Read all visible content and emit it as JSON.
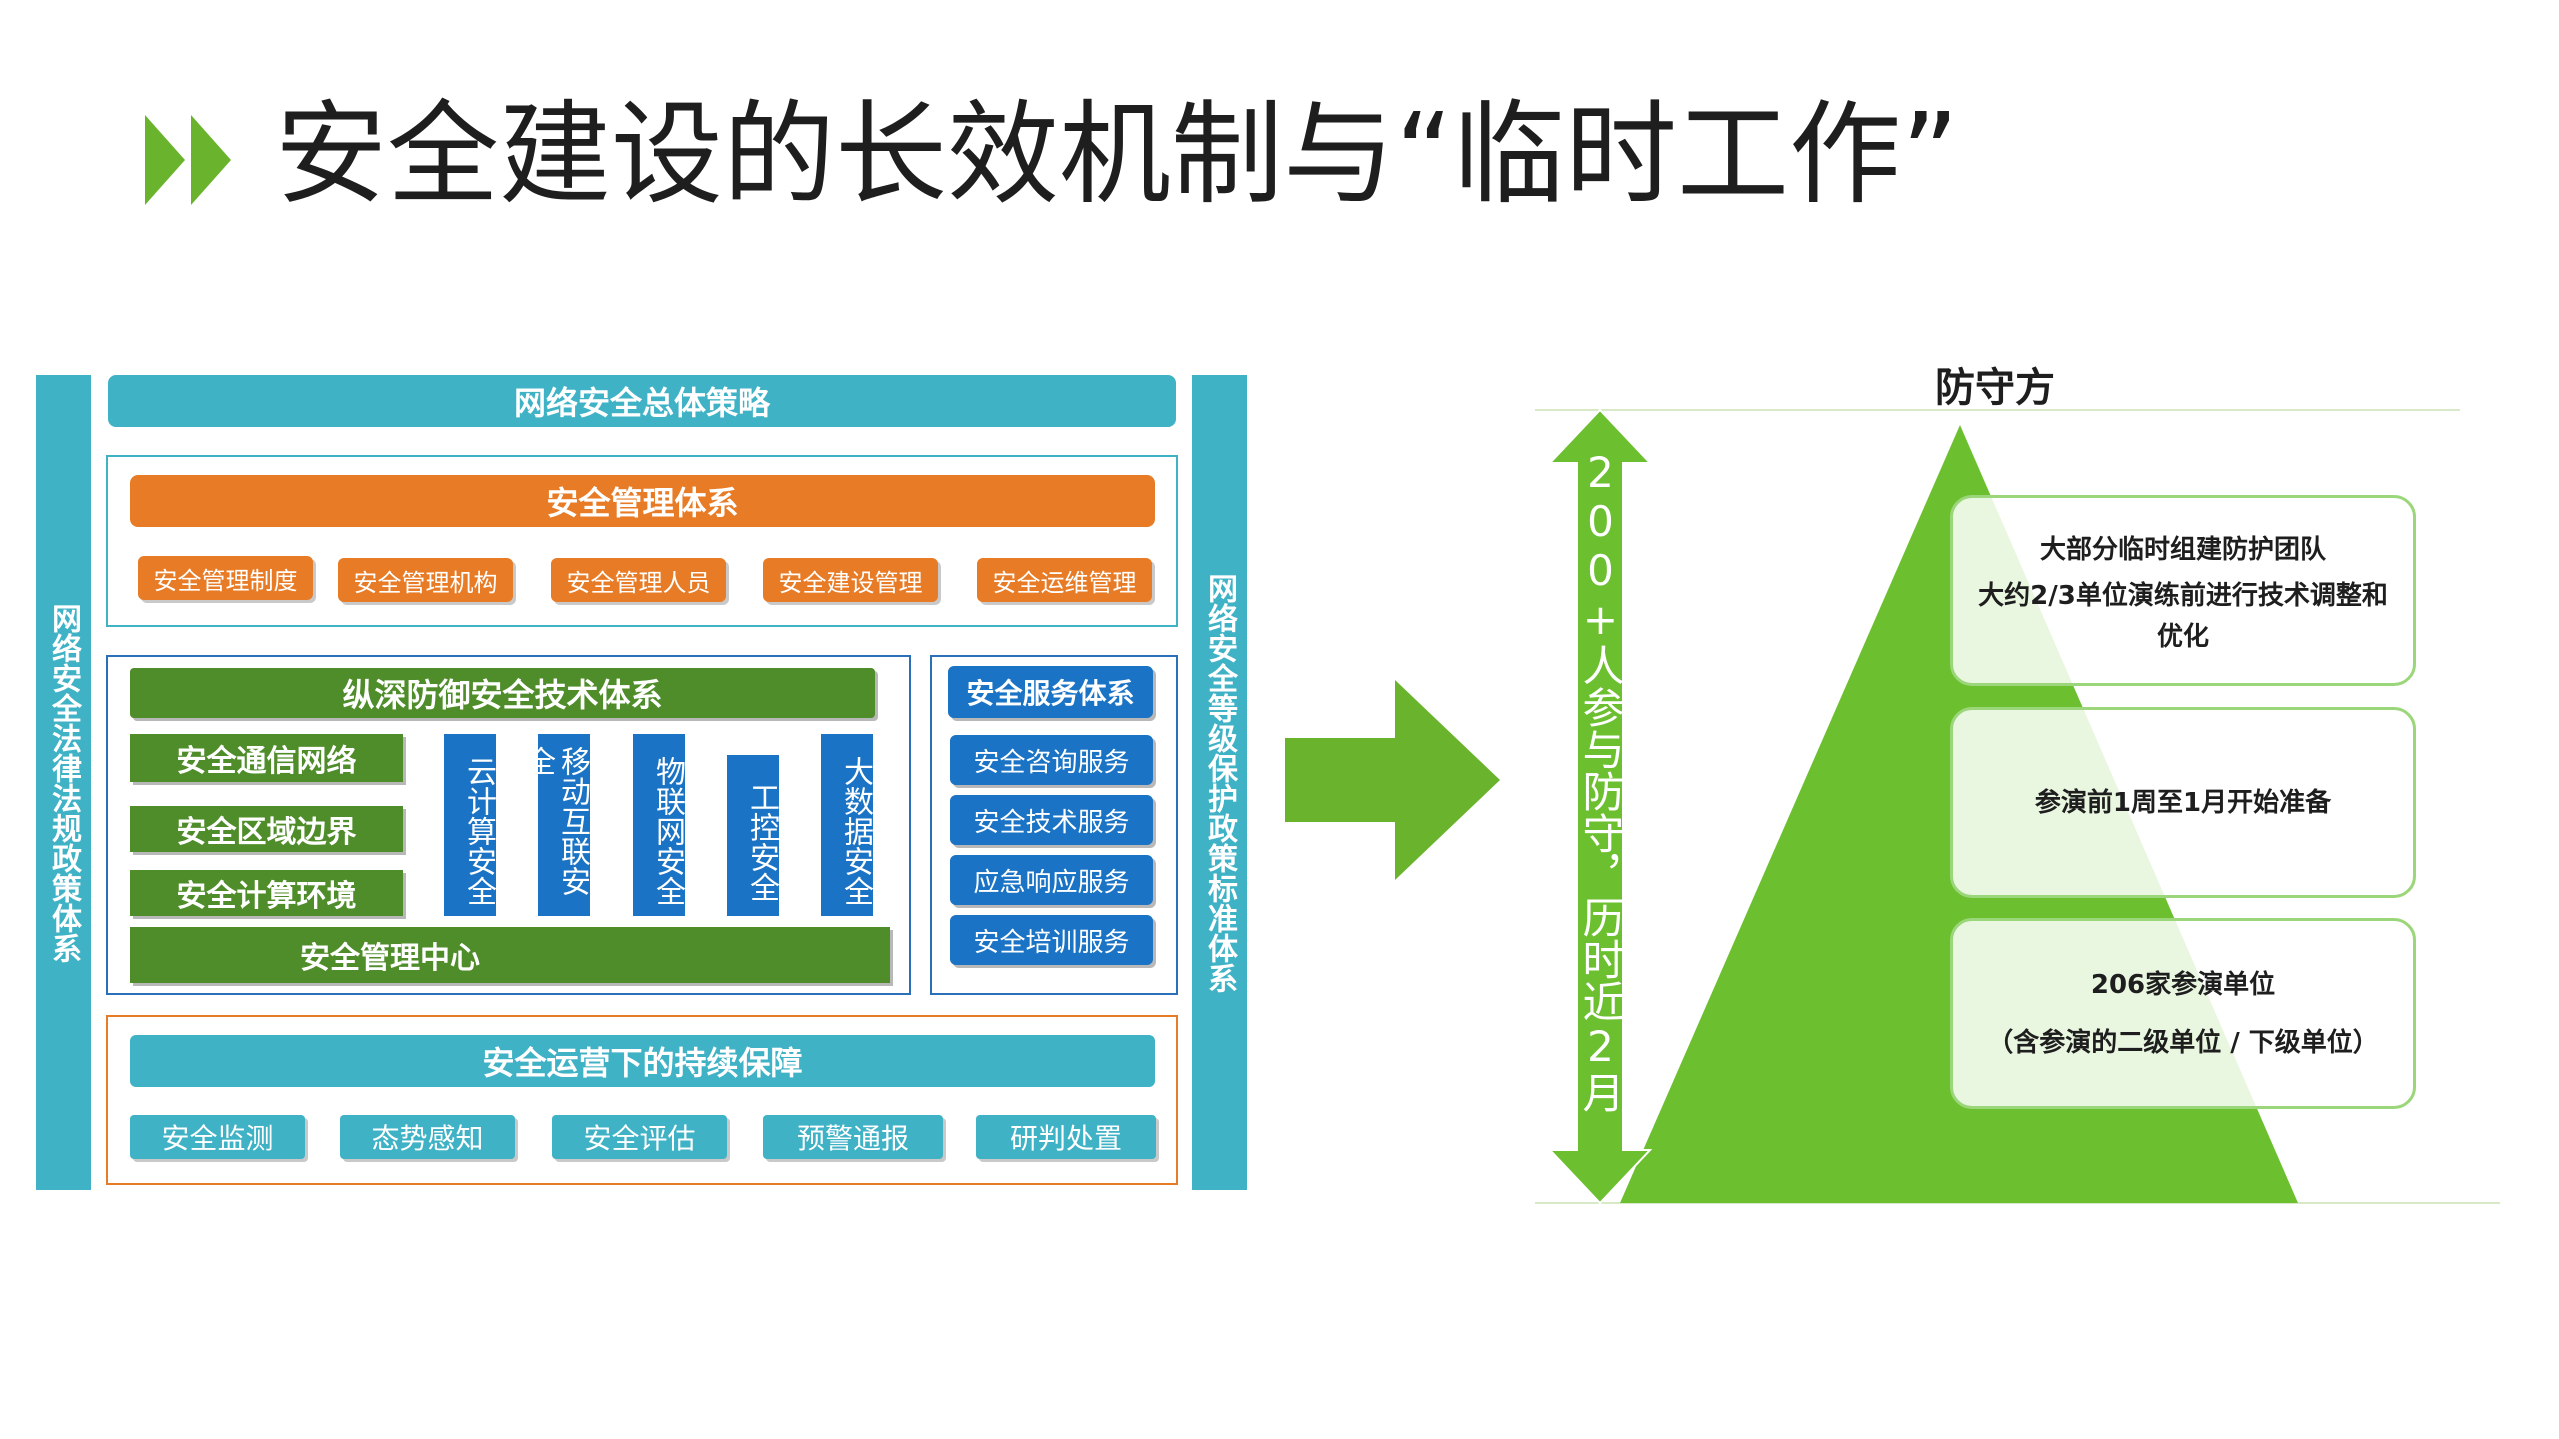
{
  "title": "安全建设的长效机制与“临时工作”",
  "colors": {
    "accent_green": "#6ab42d",
    "teal": "#3fb2c5",
    "orange": "#e87b25",
    "dark_green": "#4f8c2a",
    "blue": "#1a73c4",
    "pyramid_green": "#6cbf2e"
  },
  "left_diagram": {
    "left_column": "网络安全法律法规政策体系",
    "right_column": "网络安全等级保护政策标准体系",
    "top_bar": "网络安全总体策略",
    "management": {
      "title": "安全管理体系",
      "items": [
        "安全管理制度",
        "安全管理机构",
        "安全管理人员",
        "安全建设管理",
        "安全运维管理"
      ]
    },
    "defense": {
      "title": "纵深防御安全技术体系",
      "rows": [
        "安全通信网络",
        "安全区域边界",
        "安全计算环境"
      ],
      "verticals": [
        "云计算安全",
        "移动互联安全",
        "物联网安全",
        "工控安全",
        "大数据安全"
      ],
      "center": "安全管理中心"
    },
    "service": {
      "title": "安全服务体系",
      "items": [
        "安全咨询服务",
        "安全技术服务",
        "应急响应服务",
        "安全培训服务"
      ]
    },
    "operations": {
      "title": "安全运营下的持续保障",
      "items": [
        "安全监测",
        "态势感知",
        "安全评估",
        "预警通报",
        "研判处置"
      ]
    }
  },
  "right_diagram": {
    "label": "防守方",
    "arrow_text": "200+人参与防守，历时近2月",
    "boxes": [
      {
        "line1": "大部分临时组建防护团队",
        "line2": "大约2/3单位演练前进行技术调整和",
        "line3": "优化"
      },
      {
        "line1": "参演前1周至1月开始准备"
      },
      {
        "line1": "206家参演单位",
        "line2": "（含参演的二级单位 / 下级单位）"
      }
    ]
  }
}
